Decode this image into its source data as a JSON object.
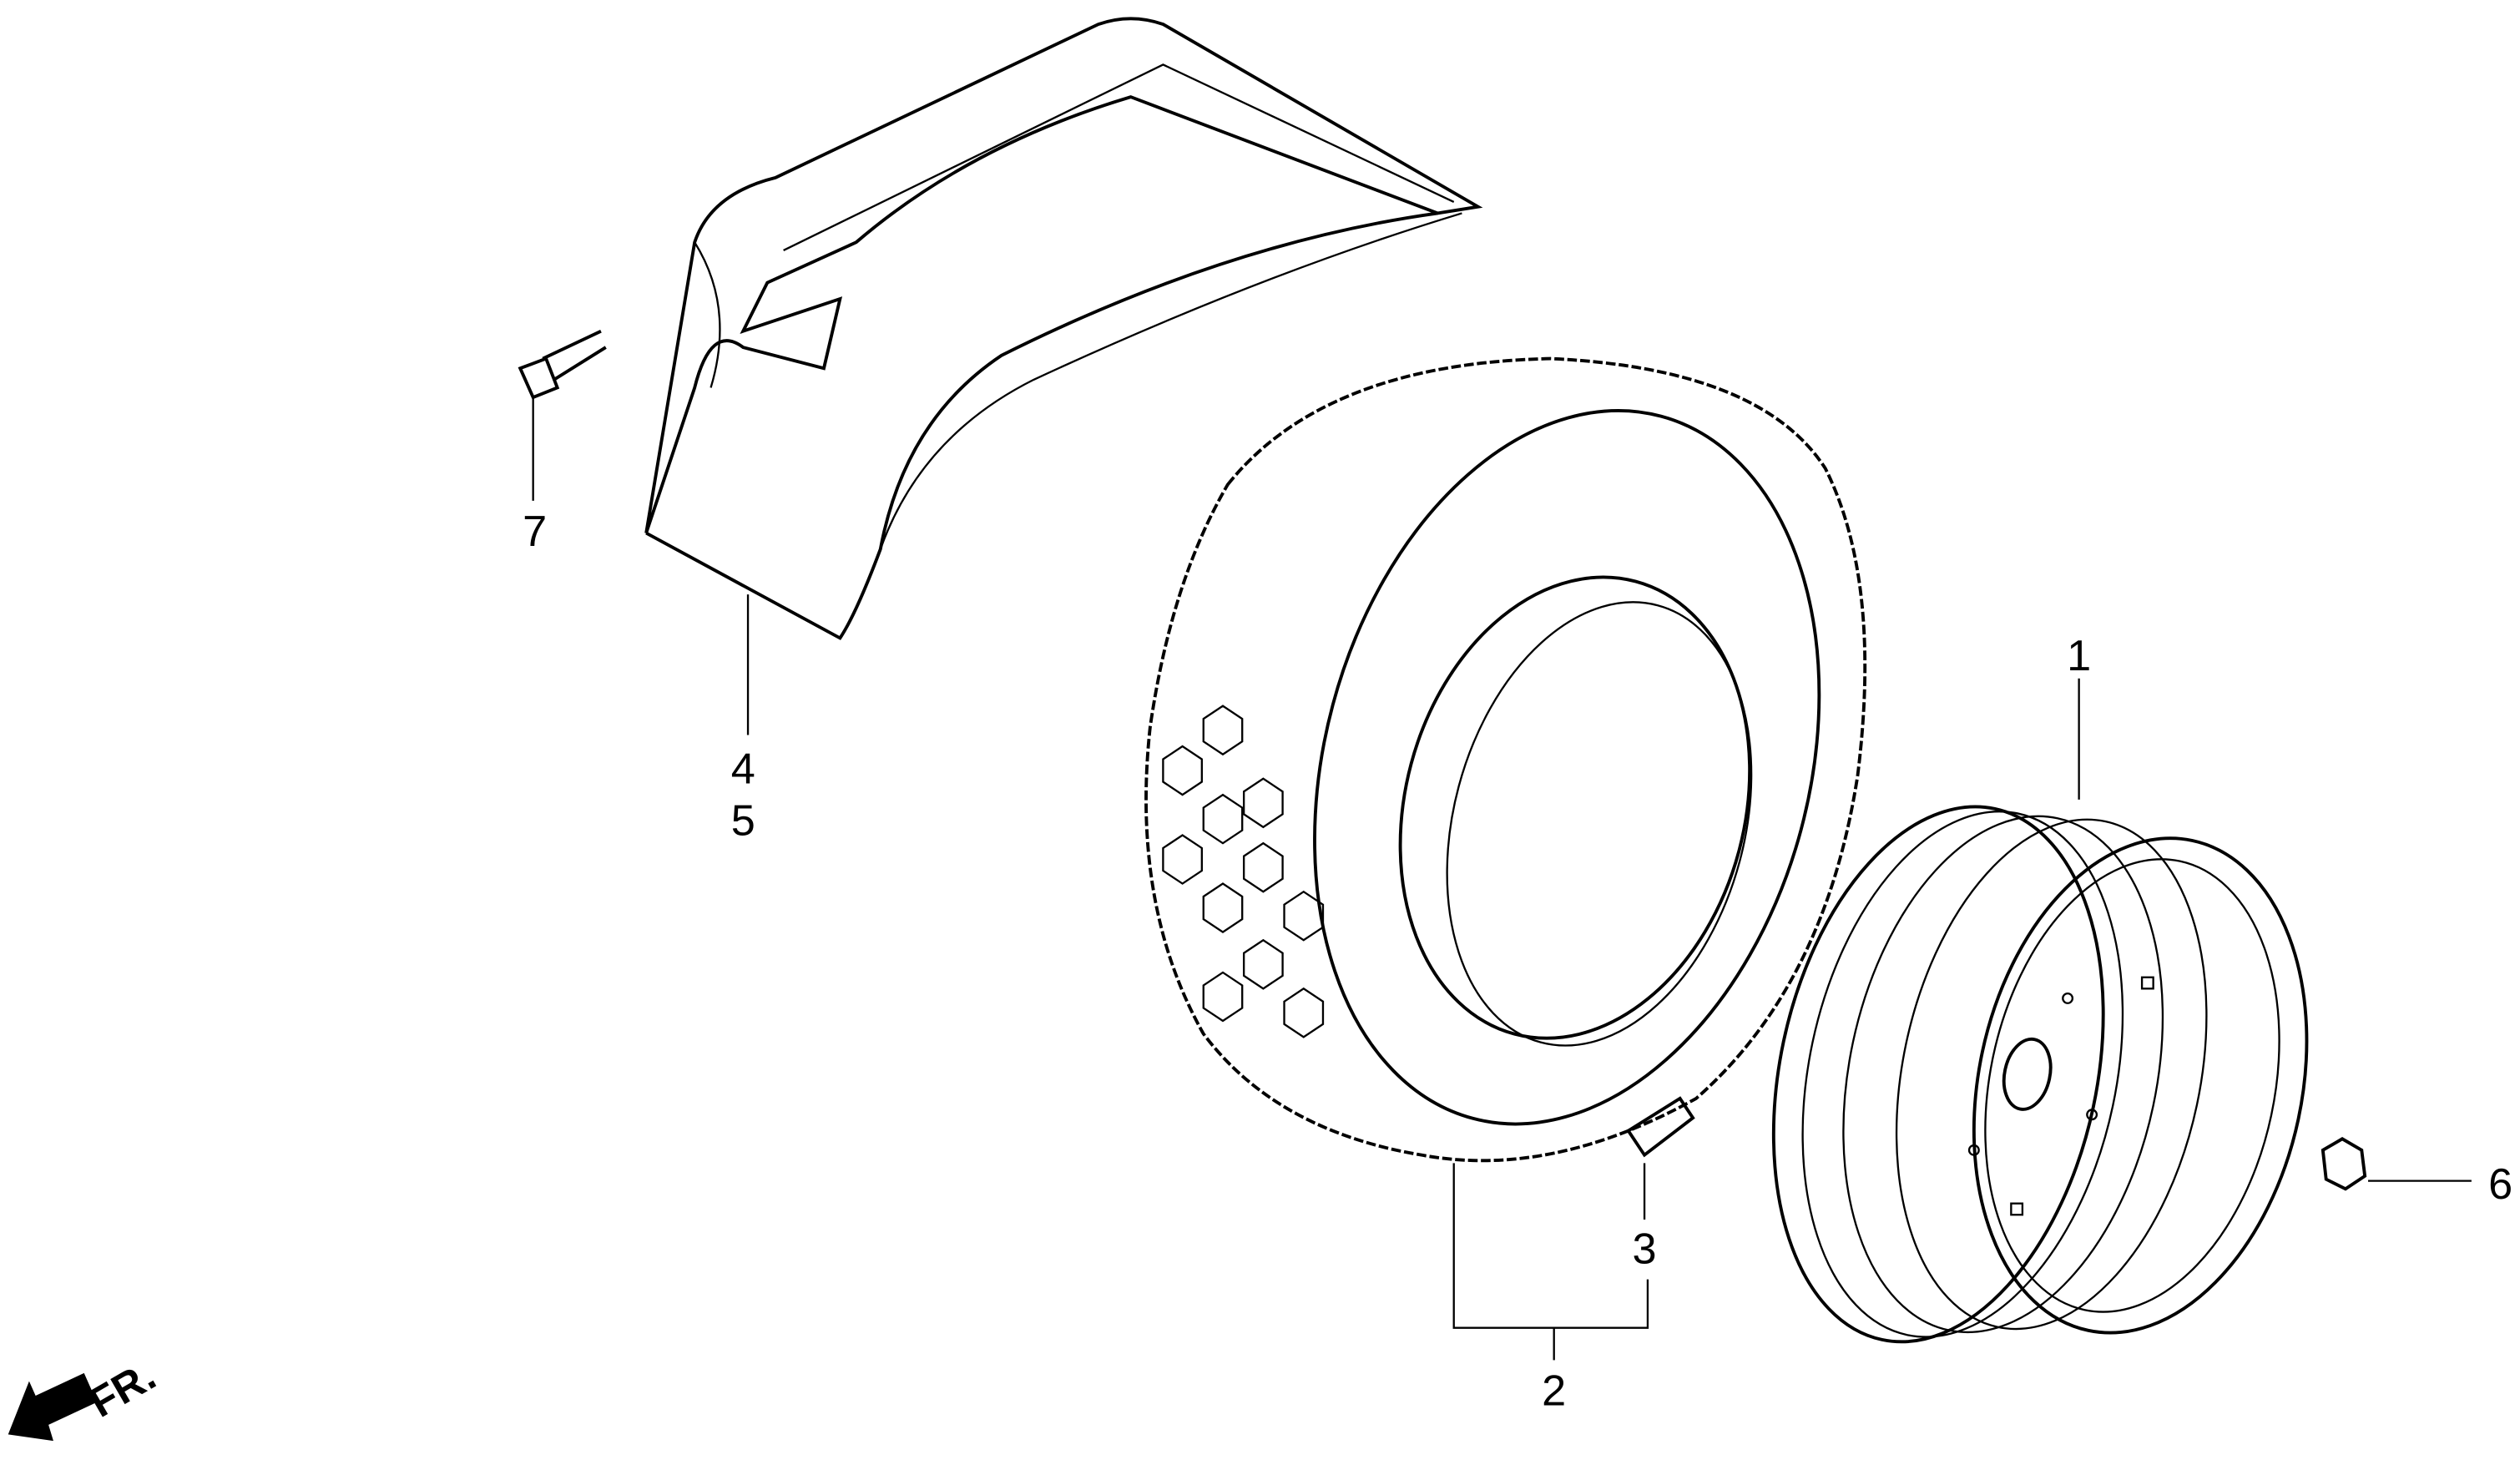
{
  "callouts": {
    "wheel": "1",
    "tire_assembly": "2",
    "valve": "3",
    "fender_a": "4",
    "fender_b": "5",
    "nut": "6",
    "bolt": "7"
  },
  "direction": {
    "label": "FR."
  }
}
